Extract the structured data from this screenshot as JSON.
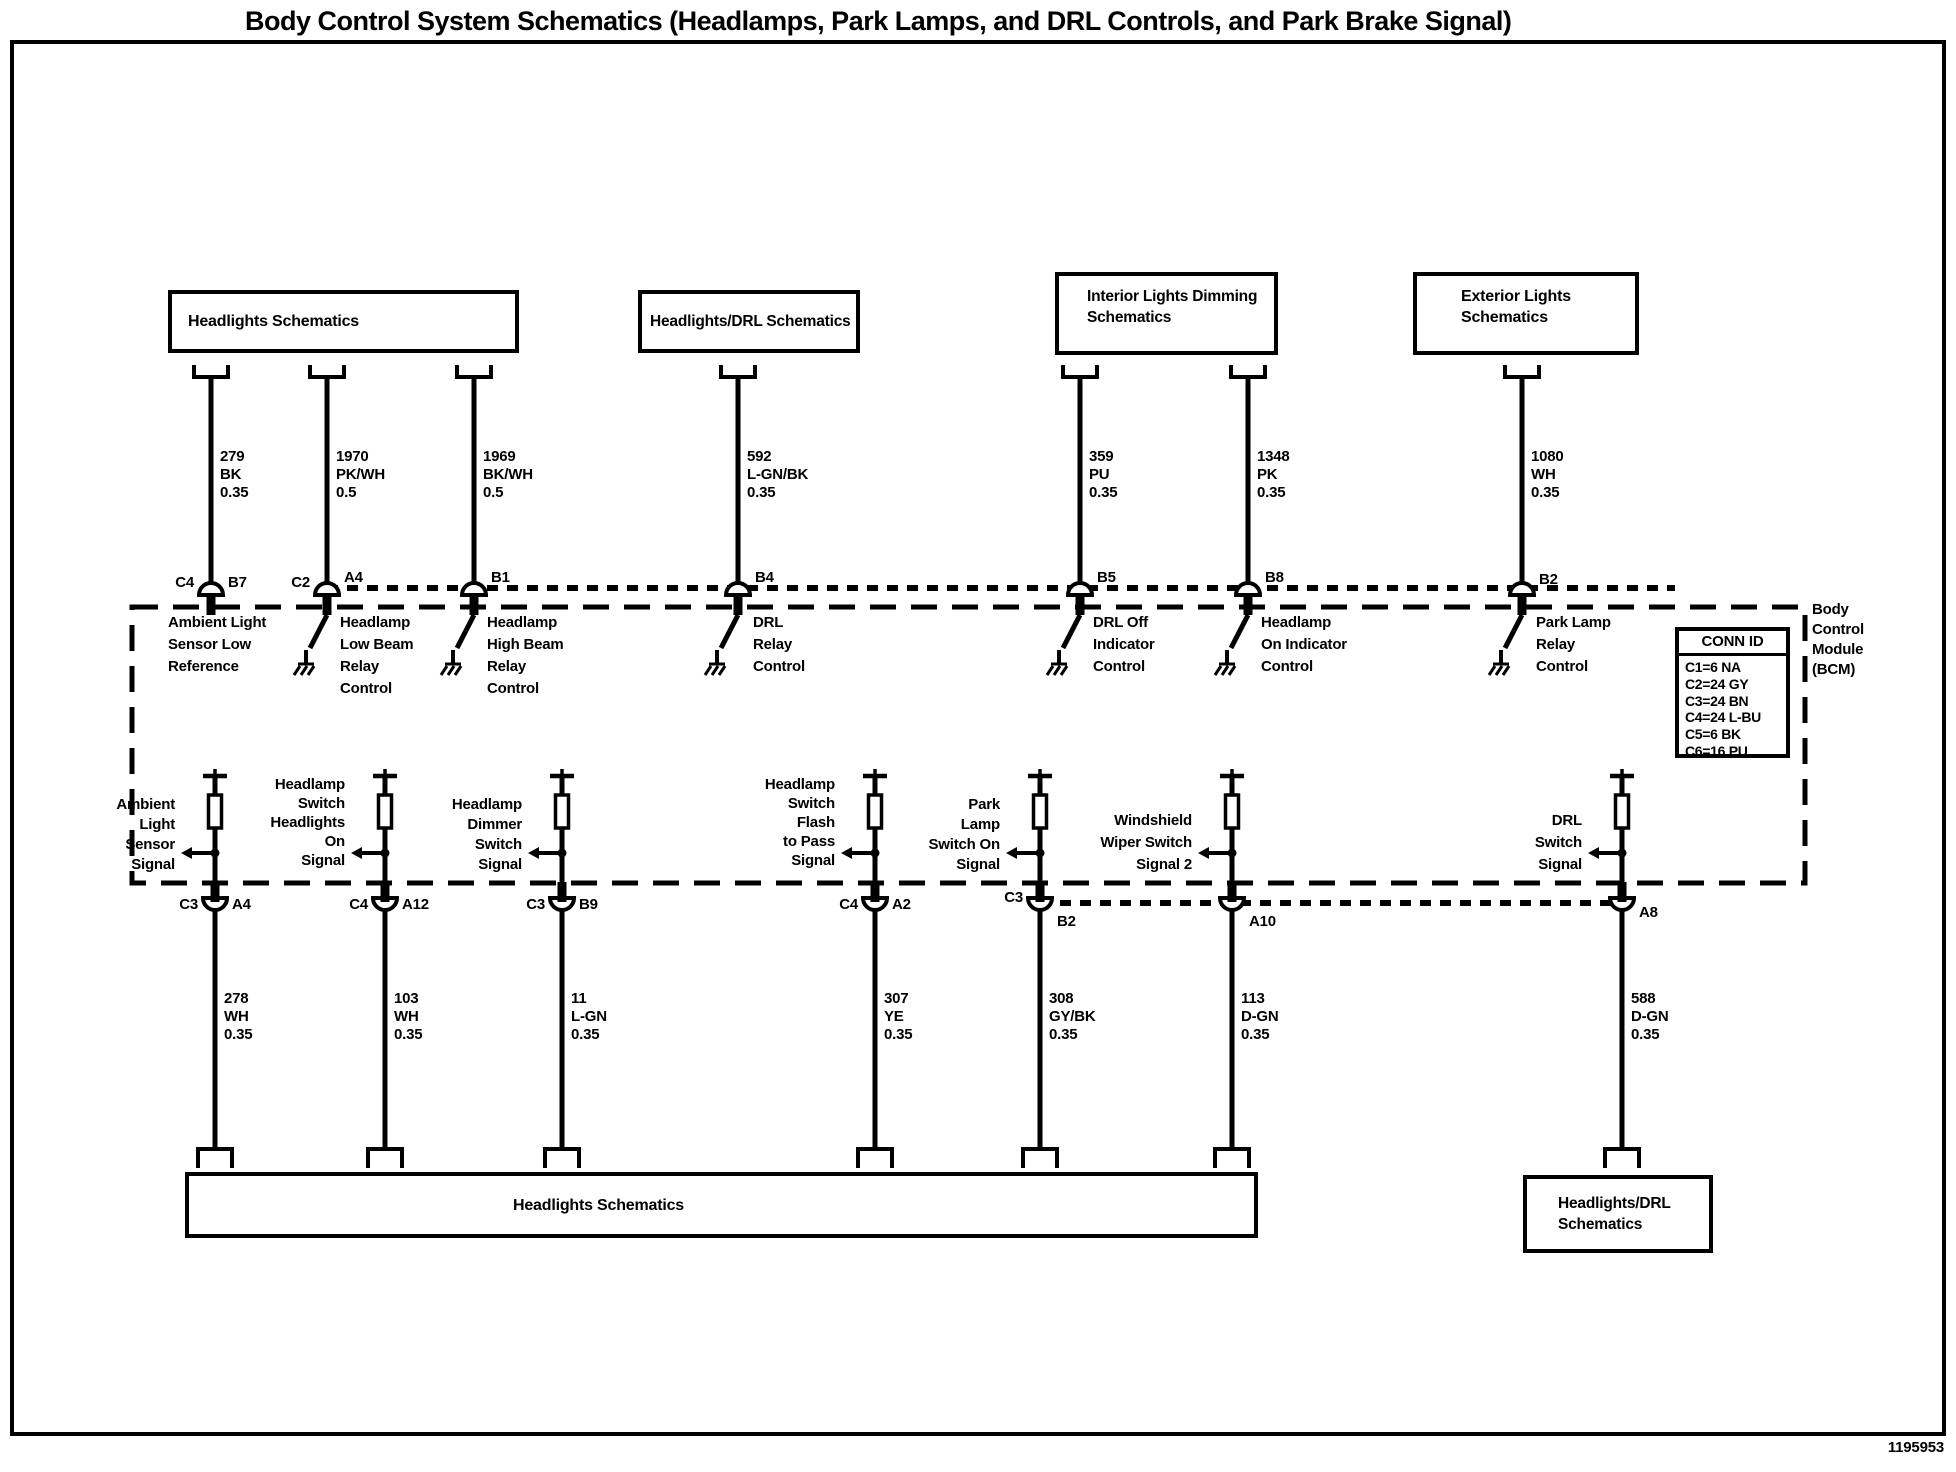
{
  "title": "Body Control System Schematics (Headlamps, Park Lamps, and DRL Controls, and Park Brake Signal)",
  "footer_id": "1195953",
  "top_boxes": {
    "headlights": "Headlights Schematics",
    "headlights_drl": "Headlights/DRL Schematics",
    "interior_dimming": "Interior Lights Dimming\nSchematics",
    "exterior": "Exterior Lights\nSchematics"
  },
  "bcm": {
    "name": "Body\nControl\nModule\n(BCM)",
    "conn_id_title": "CONN ID",
    "conn_id_rows": "C1=6 NA\nC2=24 GY\nC3=24 BN\nC4=24 L-BU\nC5=6 BK\nC6=16 PU"
  },
  "top_cols": [
    {
      "wire": "279\nBK\n0.35",
      "conn_left": "C4",
      "conn_right": "B7",
      "signal": "Ambient Light\nSensor Low\nReference"
    },
    {
      "wire": "1970\nPK/WH\n0.5",
      "conn_left": "C2",
      "conn_right": "A4",
      "signal": "Headlamp\nLow Beam\nRelay\nControl"
    },
    {
      "wire": "1969\nBK/WH\n0.5",
      "conn_right": "B1",
      "signal": "Headlamp\nHigh Beam\nRelay\nControl"
    },
    {
      "wire": "592\nL-GN/BK\n0.35",
      "conn_right": "B4",
      "signal": "DRL\nRelay\nControl"
    },
    {
      "wire": "359\nPU\n0.35",
      "conn_right": "B5",
      "signal": "DRL Off\nIndicator\nControl"
    },
    {
      "wire": "1348\nPK\n0.35",
      "conn_right": "B8",
      "signal": "Headlamp\nOn Indicator\nControl"
    },
    {
      "wire": "1080\nWH\n0.35",
      "conn_right": "B2",
      "signal": "Park Lamp\nRelay\nControl"
    }
  ],
  "bottom_cols": [
    {
      "signal": "Ambient\nLight\nSensor\nSignal",
      "conn_left": "C3",
      "conn_right": "A4",
      "wire": "278\nWH\n0.35"
    },
    {
      "signal": "Headlamp\nSwitch\nHeadlights\nOn\nSignal",
      "conn_left": "C4",
      "conn_right": "A12",
      "wire": "103\nWH\n0.35"
    },
    {
      "signal": "Headlamp\nDimmer\nSwitch\nSignal",
      "conn_left": "C3",
      "conn_right": "B9",
      "wire": "11\nL-GN\n0.35"
    },
    {
      "signal": "Headlamp\nSwitch\nFlash\nto Pass\nSignal",
      "conn_left": "C4",
      "conn_right": "A2",
      "wire": "307\nYE\n0.35"
    },
    {
      "signal": "Park\nLamp\nSwitch On\nSignal",
      "conn_left": "C3",
      "conn_right": "B2",
      "wire": "308\nGY/BK\n0.35"
    },
    {
      "signal": "Windshield\nWiper Switch\nSignal 2",
      "conn_right": "A10",
      "wire": "113\nD-GN\n0.35"
    },
    {
      "signal": "DRL\nSwitch\nSignal",
      "conn_right": "A8",
      "wire": "588\nD-GN\n0.35"
    }
  ],
  "bottom_boxes": {
    "headlights": "Headlights Schematics",
    "headlights_drl": "Headlights/DRL\nSchematics"
  }
}
